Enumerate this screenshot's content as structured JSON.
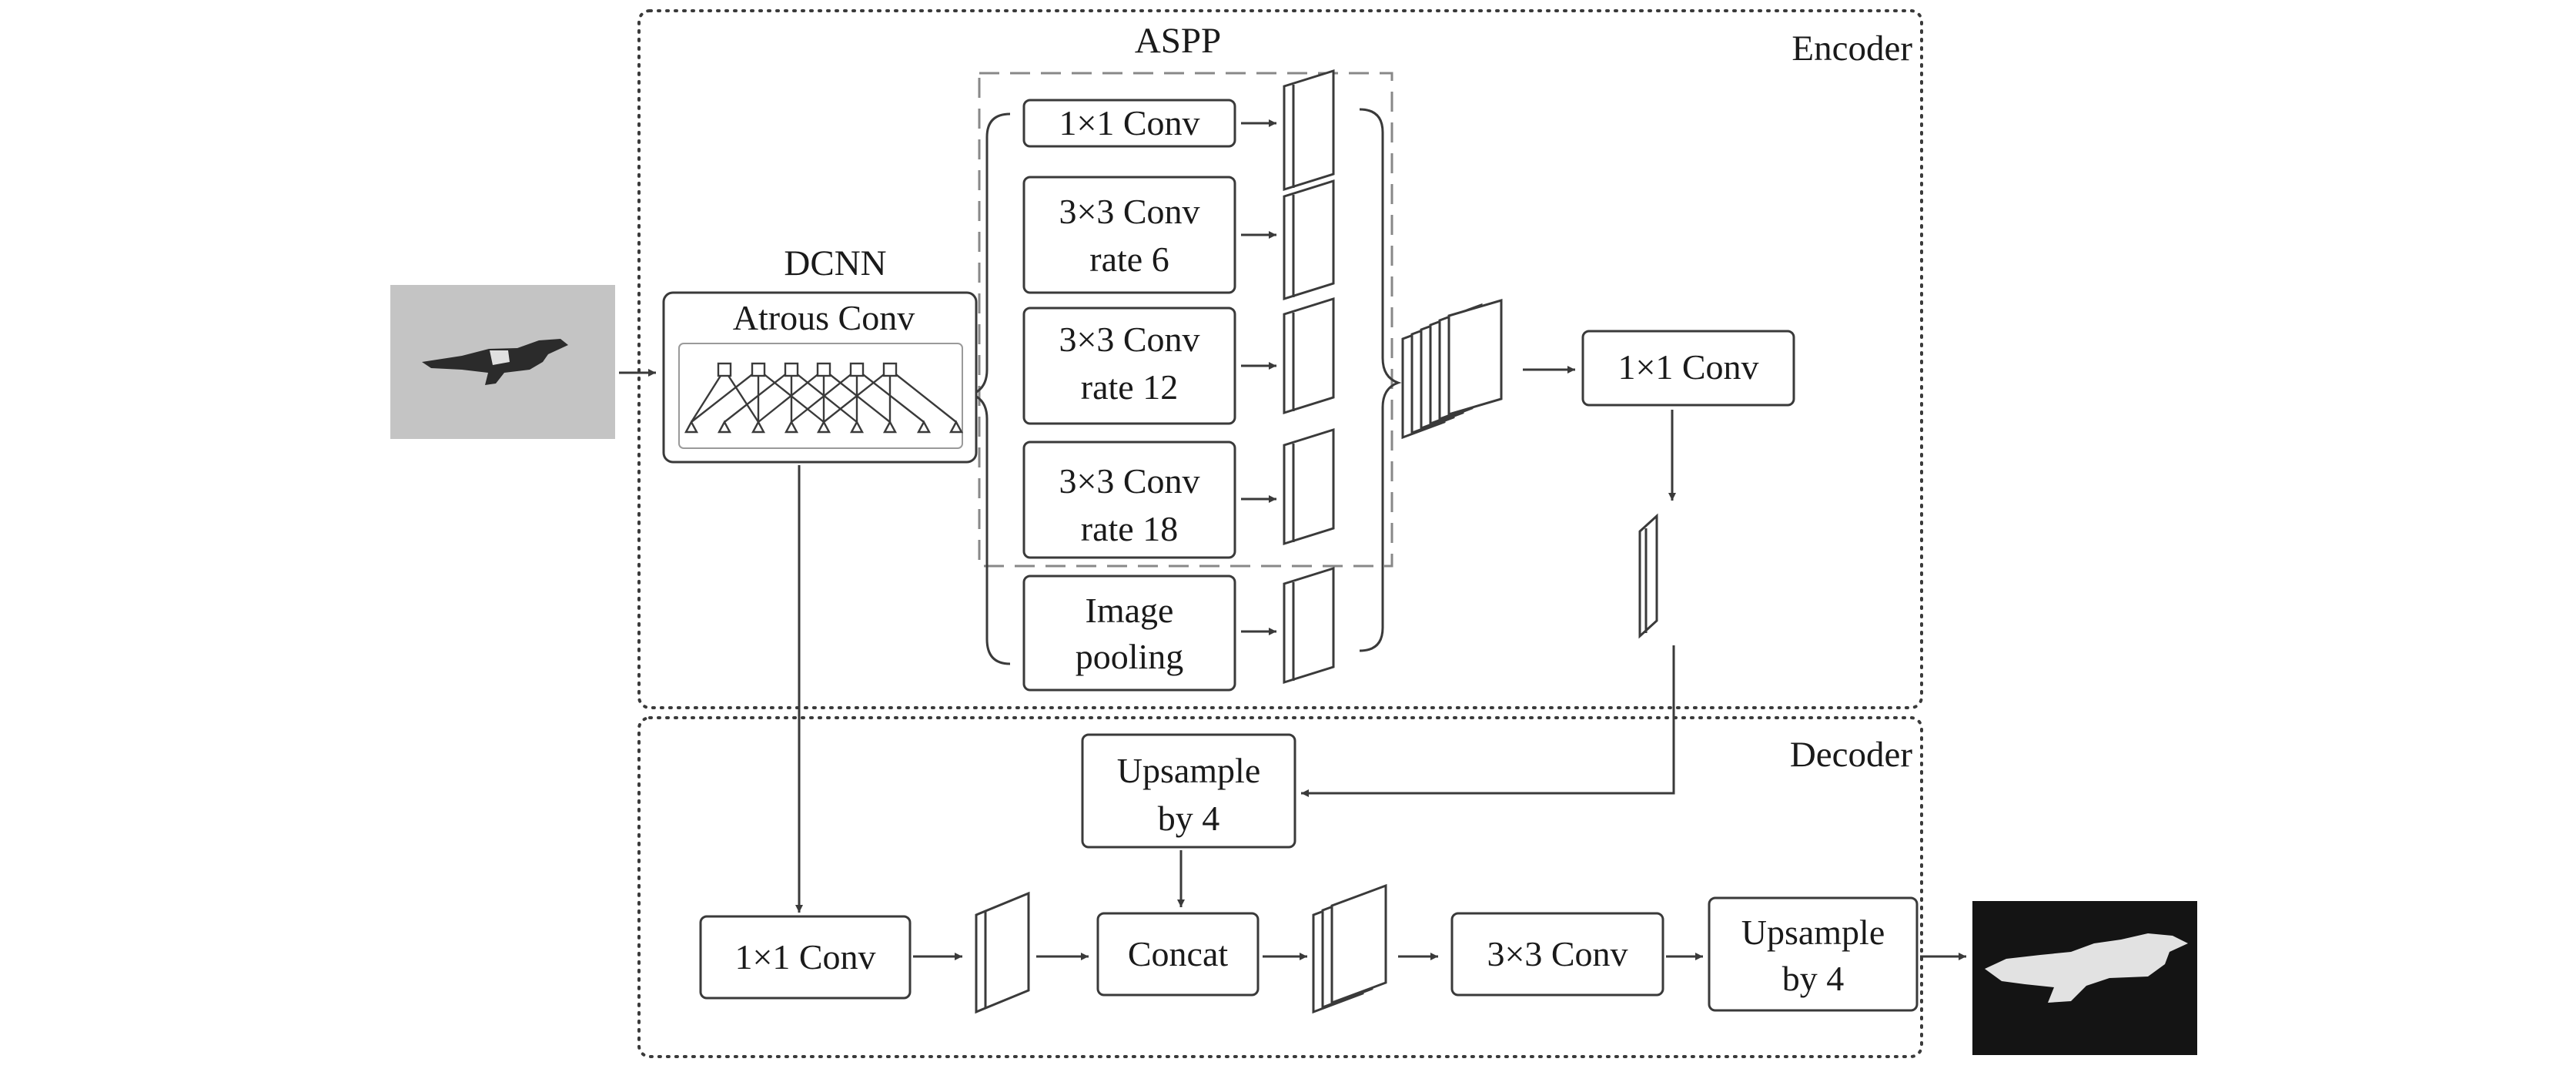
{
  "encoder": {
    "label": "Encoder"
  },
  "decoder": {
    "label": "Decoder"
  },
  "aspp": {
    "title": "ASPP",
    "conv1x1": "1×1 Conv",
    "conv_rate6": {
      "line1": "3×3 Conv",
      "line2": "rate 6"
    },
    "conv_rate12": {
      "line1": "3×3 Conv",
      "line2": "rate 12"
    },
    "conv_rate18": {
      "line1": "3×3 Conv",
      "line2": "rate 18"
    },
    "image_pooling": {
      "line1": "Image",
      "line2": "pooling"
    }
  },
  "dcnn": {
    "title": "DCNN",
    "atrous_label": "Atrous Conv"
  },
  "encoder_conv1x1": "1×1 Conv",
  "decoder_blocks": {
    "upsample_top": {
      "line1": "Upsample",
      "line2": "by 4"
    },
    "low_level_conv": "1×1 Conv",
    "concat": "Concat",
    "conv3x3": "3×3 Conv",
    "upsample_final": {
      "line1": "Upsample",
      "line2": "by 4"
    }
  },
  "colors": {
    "stroke": "#3a3a3a",
    "input_bg": "#c4c4c4",
    "output_bg": "#141414",
    "silhouette_dark": "#2b2b2b",
    "silhouette_light": "#e2e2e2"
  }
}
